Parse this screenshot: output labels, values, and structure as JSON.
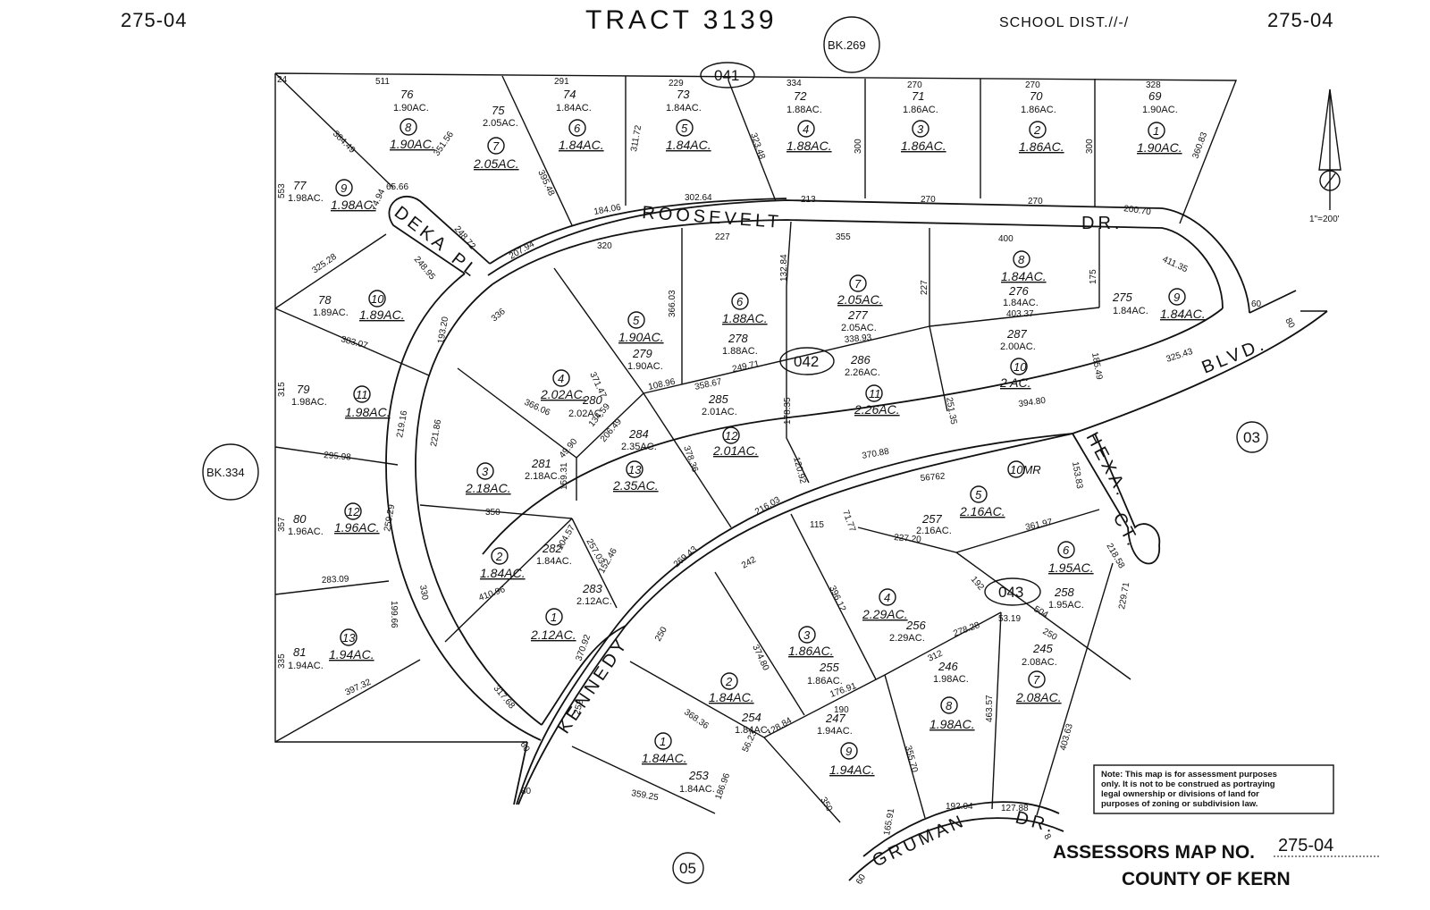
{
  "header": {
    "page_left": "275-04",
    "page_right": "275-04",
    "tract": "TRACT 3139",
    "school_dist": "SCHOOL DIST.//-/",
    "book_top": "BK.269",
    "book_left": "BK.334",
    "scale": "1\"=200'"
  },
  "blocks": {
    "b041": "041",
    "b042": "042",
    "b043": "043",
    "b03": "03",
    "b05": "05"
  },
  "streets": {
    "roosevelt": "ROOSEVELT",
    "roosevelt_dr": "DR.",
    "deka": "DEKA",
    "deka_pl": "PL",
    "blvd": "BLVD.",
    "kennedy": "KENNEDY",
    "hexa": "HEXA.",
    "hexa_ct": "CT.",
    "gruman": "GRUMAN",
    "gruman_dr": "DR."
  },
  "parcels": [
    {
      "apn": "76",
      "acres": "1.90AC.",
      "lot": "8",
      "lot_acres": "1.90AC."
    },
    {
      "apn": "75",
      "acres": "2.05AC.",
      "lot": "7",
      "lot_acres": "2.05AC."
    },
    {
      "apn": "74",
      "acres": "1.84AC.",
      "lot": "6",
      "lot_acres": "1.84AC."
    },
    {
      "apn": "73",
      "acres": "1.84AC.",
      "lot": "5",
      "lot_acres": "1.84AC."
    },
    {
      "apn": "72",
      "acres": "1.88AC.",
      "lot": "4",
      "lot_acres": "1.88AC."
    },
    {
      "apn": "71",
      "acres": "1.86AC.",
      "lot": "3",
      "lot_acres": "1.86AC."
    },
    {
      "apn": "70",
      "acres": "1.86AC.",
      "lot": "2",
      "lot_acres": "1.86AC."
    },
    {
      "apn": "69",
      "acres": "1.90AC.",
      "lot": "1",
      "lot_acres": "1.90AC."
    },
    {
      "apn": "77",
      "acres": "1.98AC.",
      "lot": "9",
      "lot_acres": "1.98AC."
    },
    {
      "apn": "78",
      "acres": "1.89AC.",
      "lot": "10",
      "lot_acres": "1.89AC."
    },
    {
      "apn": "79",
      "acres": "1.98AC.",
      "lot": "11",
      "lot_acres": "1.98AC."
    },
    {
      "apn": "80",
      "acres": "1.96AC.",
      "lot": "12",
      "lot_acres": "1.96AC."
    },
    {
      "apn": "81",
      "acres": "1.94AC.",
      "lot": "13",
      "lot_acres": "1.94AC."
    },
    {
      "apn": "279",
      "acres": "1.90AC.",
      "lot": "5",
      "lot_acres": "1.90AC."
    },
    {
      "apn": "278",
      "acres": "1.88AC.",
      "lot": "6",
      "lot_acres": "1.88AC."
    },
    {
      "apn": "277",
      "acres": "2.05AC.",
      "lot": "7",
      "lot_acres": "2.05AC."
    },
    {
      "apn": "276",
      "acres": "1.84AC.",
      "lot": "8",
      "lot_acres": "1.84AC."
    },
    {
      "apn": "275",
      "acres": "1.84AC.",
      "lot": "9",
      "lot_acres": "1.84AC."
    },
    {
      "apn": "280",
      "acres": "2.02AC.",
      "lot": "4",
      "lot_acres": "2.02AC."
    },
    {
      "apn": "285",
      "acres": "2.01AC.",
      "lot": "12",
      "lot_acres": "2.01AC."
    },
    {
      "apn": "286",
      "acres": "2.26AC.",
      "lot": "11",
      "lot_acres": "2.26AC."
    },
    {
      "apn": "287",
      "acres": "2.00AC.",
      "lot": "10",
      "lot_acres": "2 AC."
    },
    {
      "apn": "281",
      "acres": "2.18AC.",
      "lot": "3",
      "lot_acres": "2.18AC."
    },
    {
      "apn": "284",
      "acres": "2.35AC.",
      "lot": "13",
      "lot_acres": "2.35AC."
    },
    {
      "apn": "282",
      "acres": "1.84AC.",
      "lot": "2",
      "lot_acres": "1.84AC."
    },
    {
      "apn": "283",
      "acres": "2.12AC.",
      "lot": "1",
      "lot_acres": "2.12AC."
    },
    {
      "apn": "257",
      "acres": "2.16AC.",
      "lot": "5",
      "lot_acres": "2.16AC."
    },
    {
      "apn": "258",
      "acres": "1.95AC.",
      "lot": "6",
      "lot_acres": "1.95AC."
    },
    {
      "apn": "256",
      "acres": "2.29AC.",
      "lot": "4",
      "lot_acres": "2.29AC."
    },
    {
      "apn": "245",
      "acres": "2.08AC.",
      "lot": "7",
      "lot_acres": "2.08AC."
    },
    {
      "apn": "255",
      "acres": "1.86AC.",
      "lot": "3",
      "lot_acres": "1.86AC."
    },
    {
      "apn": "246",
      "acres": "1.98AC.",
      "lot": "8",
      "lot_acres": "1.98AC."
    },
    {
      "apn": "254",
      "acres": "1.84AC.",
      "lot": "2",
      "lot_acres": "1.84AC."
    },
    {
      "apn": "247",
      "acres": "1.94AC.",
      "lot": "9",
      "lot_acres": "1.94AC."
    },
    {
      "apn": "253",
      "acres": "1.84AC.",
      "lot": "1",
      "lot_acres": "1.84AC."
    }
  ],
  "mr": "10MR",
  "dims": [
    "511",
    "291",
    "229",
    "334",
    "270",
    "270",
    "328",
    "24",
    "384.49",
    "351.56",
    "395.48",
    "311.72",
    "323.48",
    "300",
    "300",
    "360.83",
    "65.66",
    "74.94",
    "553",
    "302.64",
    "213",
    "270",
    "270",
    "200.70",
    "184.06",
    "248.72",
    "248.95",
    "207.94",
    "325.28",
    "320",
    "227",
    "355",
    "400",
    "411.35",
    "336",
    "366.03",
    "132.84",
    "227",
    "175",
    "60",
    "80",
    "193.20",
    "371.47",
    "383.07",
    "403.37",
    "338.93",
    "185.49",
    "325.43",
    "249.71",
    "358.67",
    "108.96",
    "178.35",
    "251.35",
    "315",
    "219.16",
    "366.06",
    "134.59",
    "206.49",
    "394.80",
    "221.86",
    "295.98",
    "49.90",
    "159.31",
    "378.36",
    "120.92",
    "370.88",
    "153.83",
    "56762",
    "350",
    "104.57",
    "216.03",
    "71.77",
    "361.97",
    "357",
    "259.29",
    "257.03",
    "152.46",
    "269.43",
    "115",
    "227.20",
    "218.58",
    "283.09",
    "330",
    "410.96",
    "242",
    "192",
    "396.12",
    "199.66",
    "250",
    "278.28",
    "229.71",
    "335",
    "397.32",
    "370.92",
    "374.80",
    "312",
    "53.19",
    "504",
    "250",
    "176.91",
    "190",
    "403.63",
    "317.68",
    "252",
    "368.36",
    "463.57",
    "359.25",
    "128.84",
    "56.23",
    "186.96",
    "355.70",
    "350",
    "192.04",
    "165.91",
    "127.88",
    "60",
    "80",
    "60",
    "8"
  ],
  "note": [
    "Note: This map is for assessment purposes",
    "only. It is not to be construed as portraying",
    "legal ownership or divisions of land for",
    "purposes of zoning or subdivision law."
  ],
  "footer": {
    "assessors_label": "ASSESSORS MAP NO.",
    "map_no": "275-04",
    "county": "COUNTY OF KERN"
  }
}
